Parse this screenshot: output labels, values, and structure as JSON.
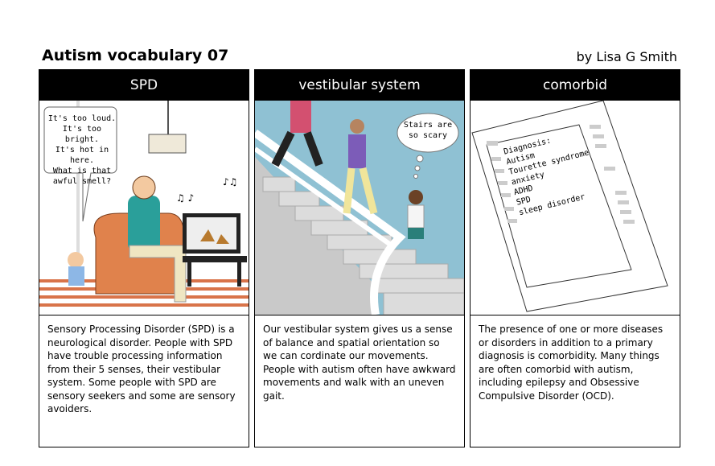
{
  "header": {
    "title": "Autism vocabulary 07",
    "author": "by Lisa G Smith"
  },
  "panels": [
    {
      "heading": "SPD",
      "speech": [
        "It's too loud.",
        "It's too bright.",
        "It's hot in here.",
        "What is that",
        "awful smell?"
      ],
      "text": "Sensory Processing Disorder (SPD) is a neurological disorder. People with SPD have trouble processing information from their 5 senses, their vestibular system. Some people with SPD are sensory seekers and some are sensory avoiders."
    },
    {
      "heading": "vestibular system",
      "thought": [
        "Stairs are",
        "so scary"
      ],
      "text": "Our vestibular system gives us a sense of balance and spatial orientation so we can cordinate our movements. People with autism often have awkward movements and walk with an uneven gait."
    },
    {
      "heading": "comorbid",
      "diagnosis": [
        "Diagnosis:",
        "Autism",
        "Tourette syndrome",
        "anxiety",
        "ADHD",
        "SPD",
        "sleep disorder"
      ],
      "text": "The presence of one or more diseases or disorders in addition to a primary diagnosis is comorbidity. Many things are often comorbid with autism, including epilepsy and Obsessive Compulsive Disorder (OCD)."
    }
  ]
}
